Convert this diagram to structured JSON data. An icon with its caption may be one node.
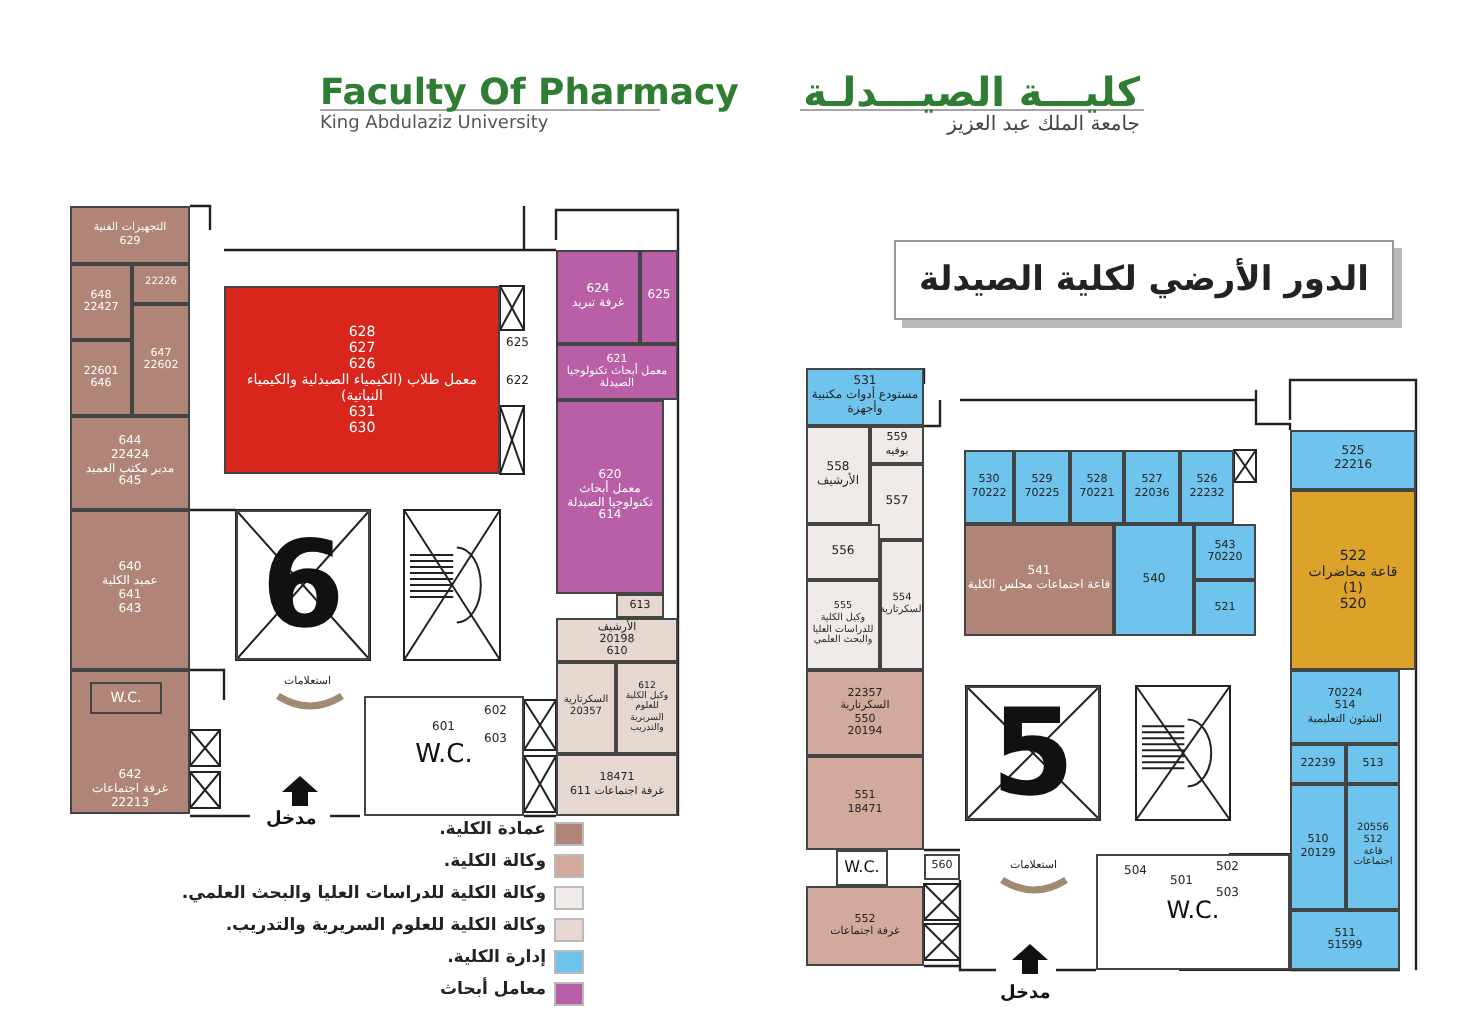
{
  "diagram": {
    "title": "الدور الأرضي لكلية الصيدلة",
    "nodes": [
      {
        "text": [
          "التجهيزات الفنية",
          "629"
        ]
      },
      {
        "text": [
          "648",
          "22427"
        ]
      },
      {
        "text": [
          "22226"
        ]
      },
      {
        "text": [
          "647",
          "22602"
        ]
      },
      {
        "text": [
          "22601",
          "646"
        ]
      },
      {
        "text": [
          "644",
          "22424",
          "مدير مكتب العميد",
          "645"
        ]
      },
      {
        "text": [
          "640",
          "عميد الكلية",
          "641",
          "643"
        ]
      },
      {
        "text": [
          "642",
          "غرفة اجتماعات",
          "22213"
        ]
      },
      {
        "text": [
          "W.C."
        ],
        "in": 7
      },
      {
        "text": [
          "628",
          "627",
          "626",
          "معمل طلاب (الكيمياء الصيدلية والكيمياء النباتية)",
          "631",
          "630"
        ]
      },
      {
        "text": [
          "624",
          "غرفة تبريد"
        ]
      },
      {
        "text": [
          "625"
        ]
      },
      {
        "text": [
          "621",
          "معمل أبحاث تكنولوجيا الصيدلة"
        ]
      },
      {
        "text": [
          "620",
          "معمل أبحاث تكنولوجيا الصيدلة",
          "614"
        ]
      },
      {
        "text": [
          "613"
        ]
      },
      {
        "text": [
          "الأرشيف",
          "20198",
          "610"
        ]
      },
      {
        "text": [
          "السكرتارية",
          "20357"
        ]
      },
      {
        "text": [
          "612",
          "وكيل الكلية للعلوم السريرية والتدريب"
        ]
      },
      {
        "text": [
          "18471",
          "غرفة اجتماعات 611"
        ]
      },
      {
        "text": [
          "6"
        ]
      },
      {
        "text": [
          "W.C."
        ]
      },
      {
        "text": [
          "531",
          "مستودع أدوات مكتبية وأجهزة"
        ]
      },
      {
        "text": [
          "558",
          "الأرشيف"
        ]
      },
      {
        "text": [
          "559",
          "بوفيه"
        ]
      },
      {
        "text": [
          "557"
        ]
      },
      {
        "text": [
          "556"
        ]
      },
      {
        "text": [
          "554",
          "السكرتارية"
        ]
      },
      {
        "text": [
          "555",
          "وكيل الكلية للدراسات العليا والبحث العلمي"
        ]
      },
      {
        "text": [
          "22357",
          "السكرتارية",
          "550",
          "20194"
        ]
      },
      {
        "text": [
          "551",
          "18471"
        ]
      },
      {
        "text": [
          "W.C."
        ]
      },
      {
        "text": [
          "552",
          "غرفة اجتماعات"
        ]
      },
      {
        "text": [
          "530",
          "70222"
        ]
      },
      {
        "text": [
          "529",
          "70225"
        ]
      },
      {
        "text": [
          "528",
          "70221"
        ]
      },
      {
        "text": [
          "527",
          "22036"
        ]
      },
      {
        "text": [
          "526",
          "22232"
        ]
      },
      {
        "text": [
          "541",
          "قاعة اجتماعات مجلس الكلية"
        ]
      },
      {
        "text": [
          "540"
        ]
      },
      {
        "text": [
          "543",
          "70220"
        ]
      },
      {
        "text": [
          "521"
        ]
      },
      {
        "text": [
          "525",
          "22216"
        ]
      },
      {
        "text": [
          "522",
          "قاعة محاضرات",
          "(1)",
          "520"
        ]
      },
      {
        "text": [
          "70224",
          "514",
          "الشئون التعليمية"
        ]
      },
      {
        "text": [
          "22239"
        ]
      },
      {
        "text": [
          "513"
        ]
      },
      {
        "text": [
          "510",
          "20129"
        ]
      },
      {
        "text": [
          "20556",
          "512",
          "قاعة اجتماعات"
        ]
      },
      {
        "text": [
          "511",
          "51599"
        ]
      },
      {
        "text": [
          "5"
        ]
      },
      {
        "text": [
          "W.C."
        ]
      },
      {
        "text": [
          "560"
        ]
      }
    ],
    "labels": [
      "Faculty Of Pharmacy",
      "King Abdulaziz University",
      "كليـــة الصيـــدلـة",
      "جامعة الملك عبد العزيز",
      "625",
      "622",
      "استعلامات",
      "مدخل",
      "601",
      "602",
      "603",
      "استعلامات",
      "مدخل",
      "504",
      "501",
      "502",
      "503"
    ],
    "legend": [
      {
        "text": "عمادة الكلية.",
        "color": "#b08476"
      },
      {
        "text": "وكالة الكلية.",
        "color": "#d2aa9d"
      },
      {
        "text": "وكالة الكلية للدراسات العليا والبحث العلمي.",
        "color": "#f0ebe9"
      },
      {
        "text": "وكالة الكلية للعلوم السريرية والتدريب.",
        "color": "#e7d7d1"
      },
      {
        "text": "إدارة الكلية.",
        "color": "#6fc4ee"
      },
      {
        "text": "معامل أبحاث",
        "color": "#b95fa7"
      }
    ]
  }
}
